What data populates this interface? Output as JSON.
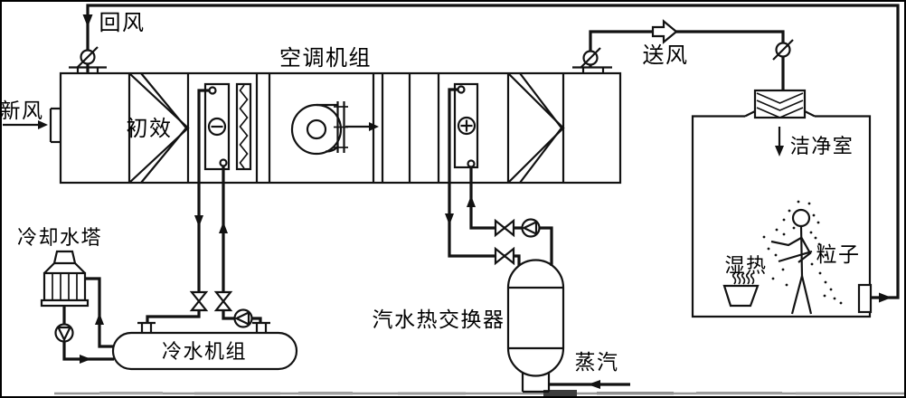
{
  "diagram": {
    "colors": {
      "line": "#121212",
      "background": "#ffffff",
      "scan_artifact_gray": "#969696",
      "scan_artifact_dark": "#3c3c3c"
    },
    "labels": {
      "return_air": "回风",
      "fresh_air": "新风",
      "ahu_title": "空调机组",
      "primary_filter": "初效",
      "supply_air": "送风",
      "clean_room": "洁净室",
      "cooling_tower": "冷却水塔",
      "chiller_unit": "冷水机组",
      "heat_exchanger": "汽水热交换器",
      "steam": "蒸汽",
      "humid_heat": "湿热",
      "particles": "粒子"
    },
    "symbols": {
      "damper_valve": "circle-with-diagonal-slash",
      "shutoff_valve": "bowtie-triangles",
      "pump": "circle-with-triangle",
      "centrifugal_fan": "volute-circle-with-outlet-flange-arrow",
      "coarse_filter": "double-chevron",
      "final_filter": "double-chevron",
      "cooling_coil": "circle-minus",
      "heating_coil": "circle-plus",
      "hepa_supply_box": "box-with-down-chevrons",
      "humidifier": "zigzag-band",
      "flow_arrow_solid": "filled-triangle",
      "flow_arrow_hollow": "outline-arrow"
    }
  }
}
